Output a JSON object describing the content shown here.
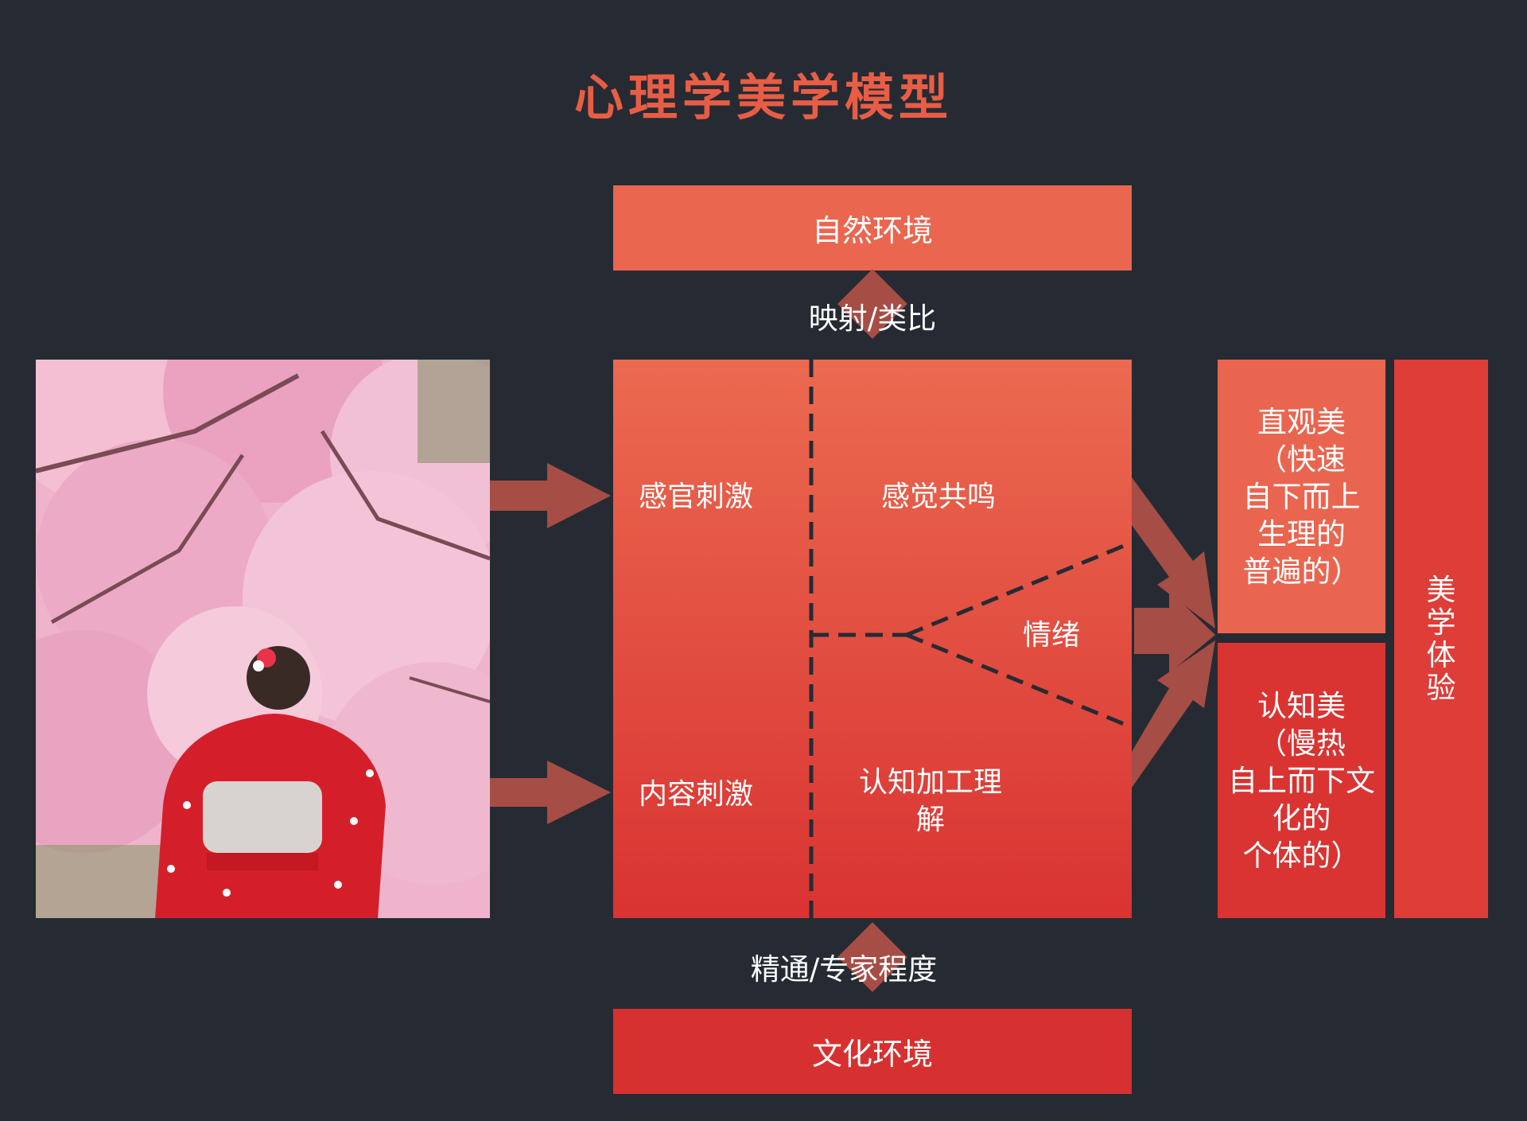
{
  "title": "心理学美学模型",
  "colors": {
    "background": "#262b33",
    "accent": "#e85d45",
    "arrow": "#a64d45"
  },
  "photo": {
    "icon": "cherry-blossom-kimono-photo"
  },
  "environment": {
    "nature": "自然环境",
    "culture": "文化环境"
  },
  "links": {
    "top": "映射/类比",
    "bottom": "精通/专家程度"
  },
  "stimuli": {
    "sensory": "感官刺激",
    "content": "内容刺激"
  },
  "processing": {
    "resonance": "感觉共鸣",
    "emotion": "情绪",
    "cognition": "认知加工理解"
  },
  "results": {
    "intuitive": "直观美\n（快速\n自下而上\n生理的\n普遍的）",
    "cognitive": "认知美\n（慢热\n自上而下文\n化的\n个体的）"
  },
  "aesthetic": "美学体验"
}
